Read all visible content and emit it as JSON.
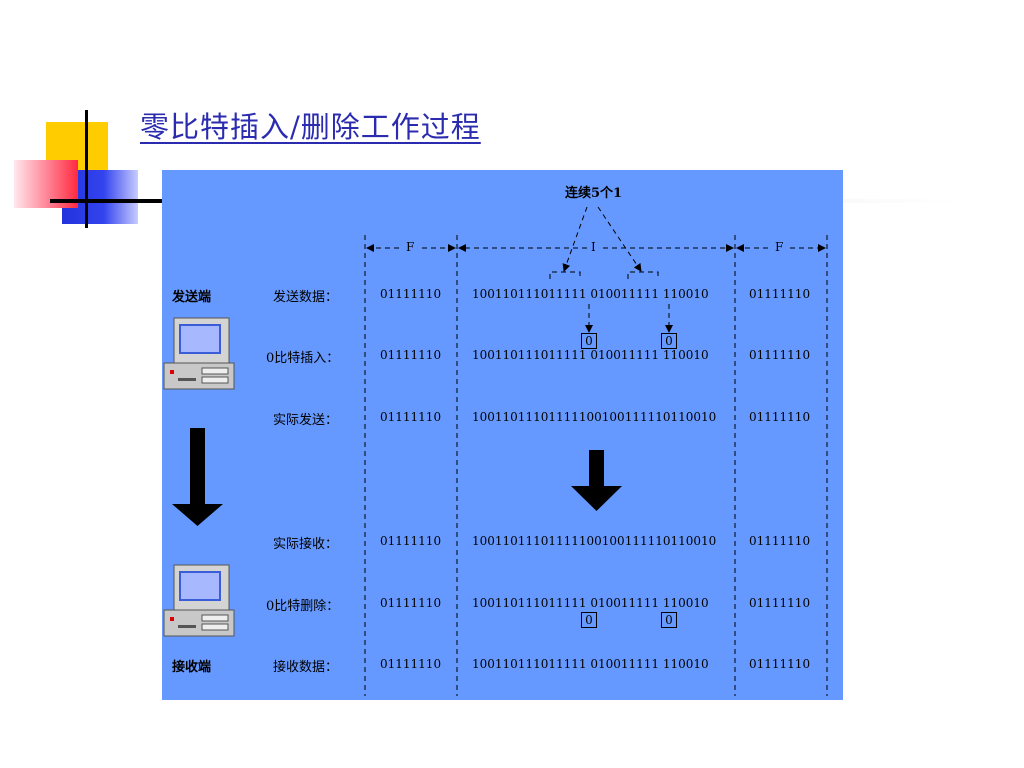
{
  "title": "零比特插入/删除工作过程",
  "header": {
    "consecutive_label": "连续5个1",
    "flag_left": "F",
    "info": "I",
    "flag_right": "F"
  },
  "sides": {
    "sender": "发送端",
    "receiver": "接收端"
  },
  "inserted_zero": "0",
  "rows": [
    {
      "label": "发送数据：",
      "flag_left": "01111110",
      "info": "100110111011111 010011111 110010",
      "flag_right": "01111110"
    },
    {
      "label": "0比特插入：",
      "flag_left": "01111110",
      "info": "100110111011111 010011111 110010",
      "flag_right": "01111110"
    },
    {
      "label": "实际发送：",
      "flag_left": "01111110",
      "info": "10011011101111100100111110110010",
      "flag_right": "01111110"
    },
    {
      "label": "实际接收：",
      "flag_left": "01111110",
      "info": "10011011101111100100111110110010",
      "flag_right": "01111110"
    },
    {
      "label": "0比特删除：",
      "flag_left": "01111110",
      "info": "100110111011111 010011111 110010",
      "flag_right": "01111110"
    },
    {
      "label": "接收数据：",
      "flag_left": "01111110",
      "info": "100110111011111 010011111 110010",
      "flag_right": "01111110"
    }
  ],
  "colors": {
    "panel": "#6699ff",
    "title": "#2b2bb0"
  }
}
